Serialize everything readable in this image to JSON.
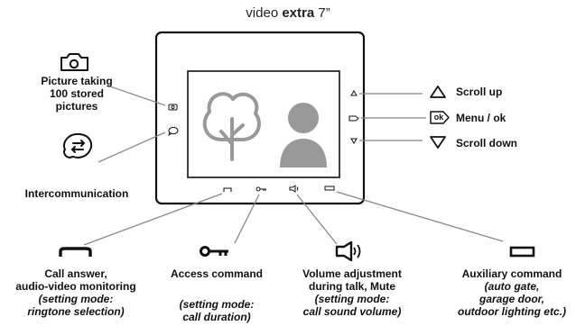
{
  "title": {
    "prefix": "video ",
    "bold": "extra",
    "suffix": " 7”"
  },
  "left": {
    "picture": {
      "line1": "Picture taking",
      "line2": "100 stored",
      "line3": "pictures"
    },
    "intercom": "Intercommunication"
  },
  "right": {
    "scroll_up": "Scroll up",
    "menu": "Menu / ok",
    "ok_key": "ok",
    "scroll_down": "Scroll down"
  },
  "bottom": {
    "call": {
      "line1": "Call answer,",
      "line2": "audio-video monitoring",
      "line3": "(setting mode:",
      "line4": "ringtone selection)"
    },
    "access": {
      "line1": "Access command",
      "line2": "(setting mode:",
      "line3": "call duration)"
    },
    "volume": {
      "line1": "Volume adjustment",
      "line2": "during talk, Mute",
      "line3": "(setting mode:",
      "line4": "call sound volume)"
    },
    "aux": {
      "line1": "Auxiliary command",
      "line2": "(auto gate,",
      "line3": "garage door,",
      "line4": "outdoor lighting etc.)"
    }
  },
  "icons": [
    "camera-icon",
    "speech-bubble-icon",
    "key-icon",
    "speaker-icon",
    "rectangle-icon",
    "handset-icon",
    "triangle-up-icon",
    "triangle-down-icon",
    "ok-key-icon",
    "tree-icon",
    "person-icon"
  ]
}
